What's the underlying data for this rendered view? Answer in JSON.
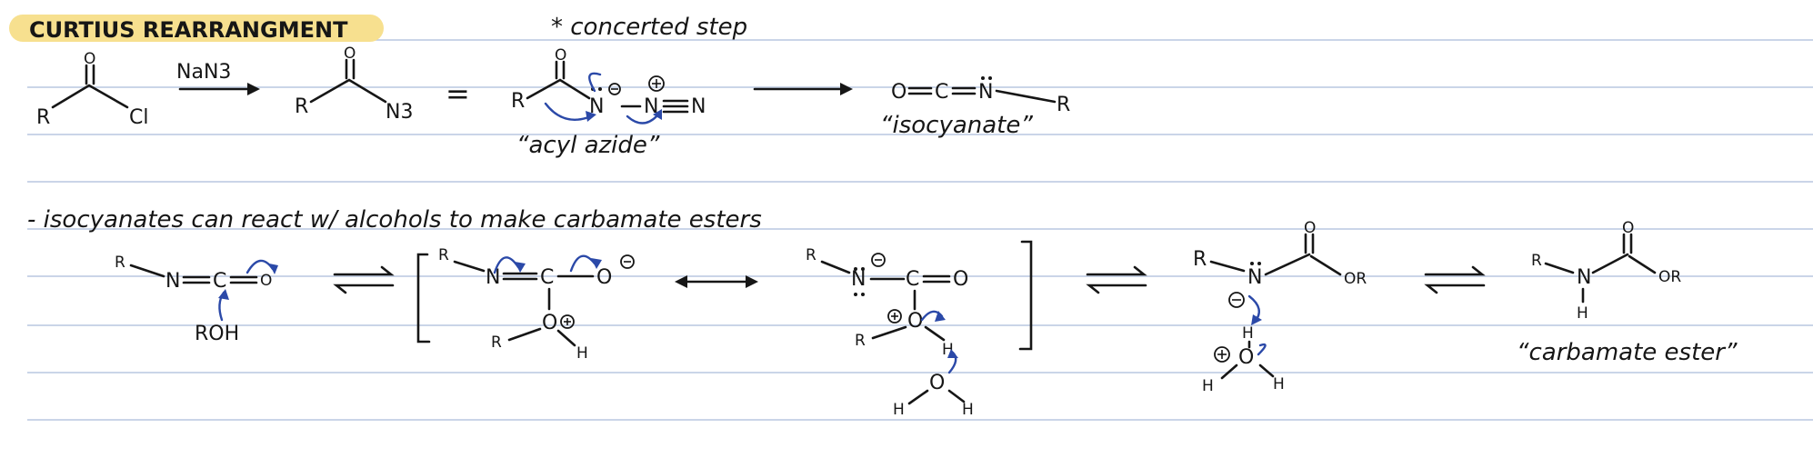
{
  "title": "CURTIUS REARRANGMENT",
  "concerted_note": "* concerted step",
  "reagent": "NaN3",
  "labels": {
    "acyl_azide": "“acyl azide”",
    "isocyanate": "“isocyanate”",
    "carbamate_ester": "“carbamate ester”"
  },
  "statement": "- isocyanates can react w/ alcohols to make carbamate esters",
  "atoms": {
    "R": "R",
    "O": "O",
    "Cl": "Cl",
    "N": "N",
    "N3": "N3",
    "C": "C",
    "H": "H",
    "OR": "OR",
    "ROH": "ROH",
    "equals": "="
  },
  "colors": {
    "highlight": "#f7e08f",
    "arrow_blue": "#2b49a8",
    "rule": "#b9c7e0",
    "ink": "#161616"
  }
}
